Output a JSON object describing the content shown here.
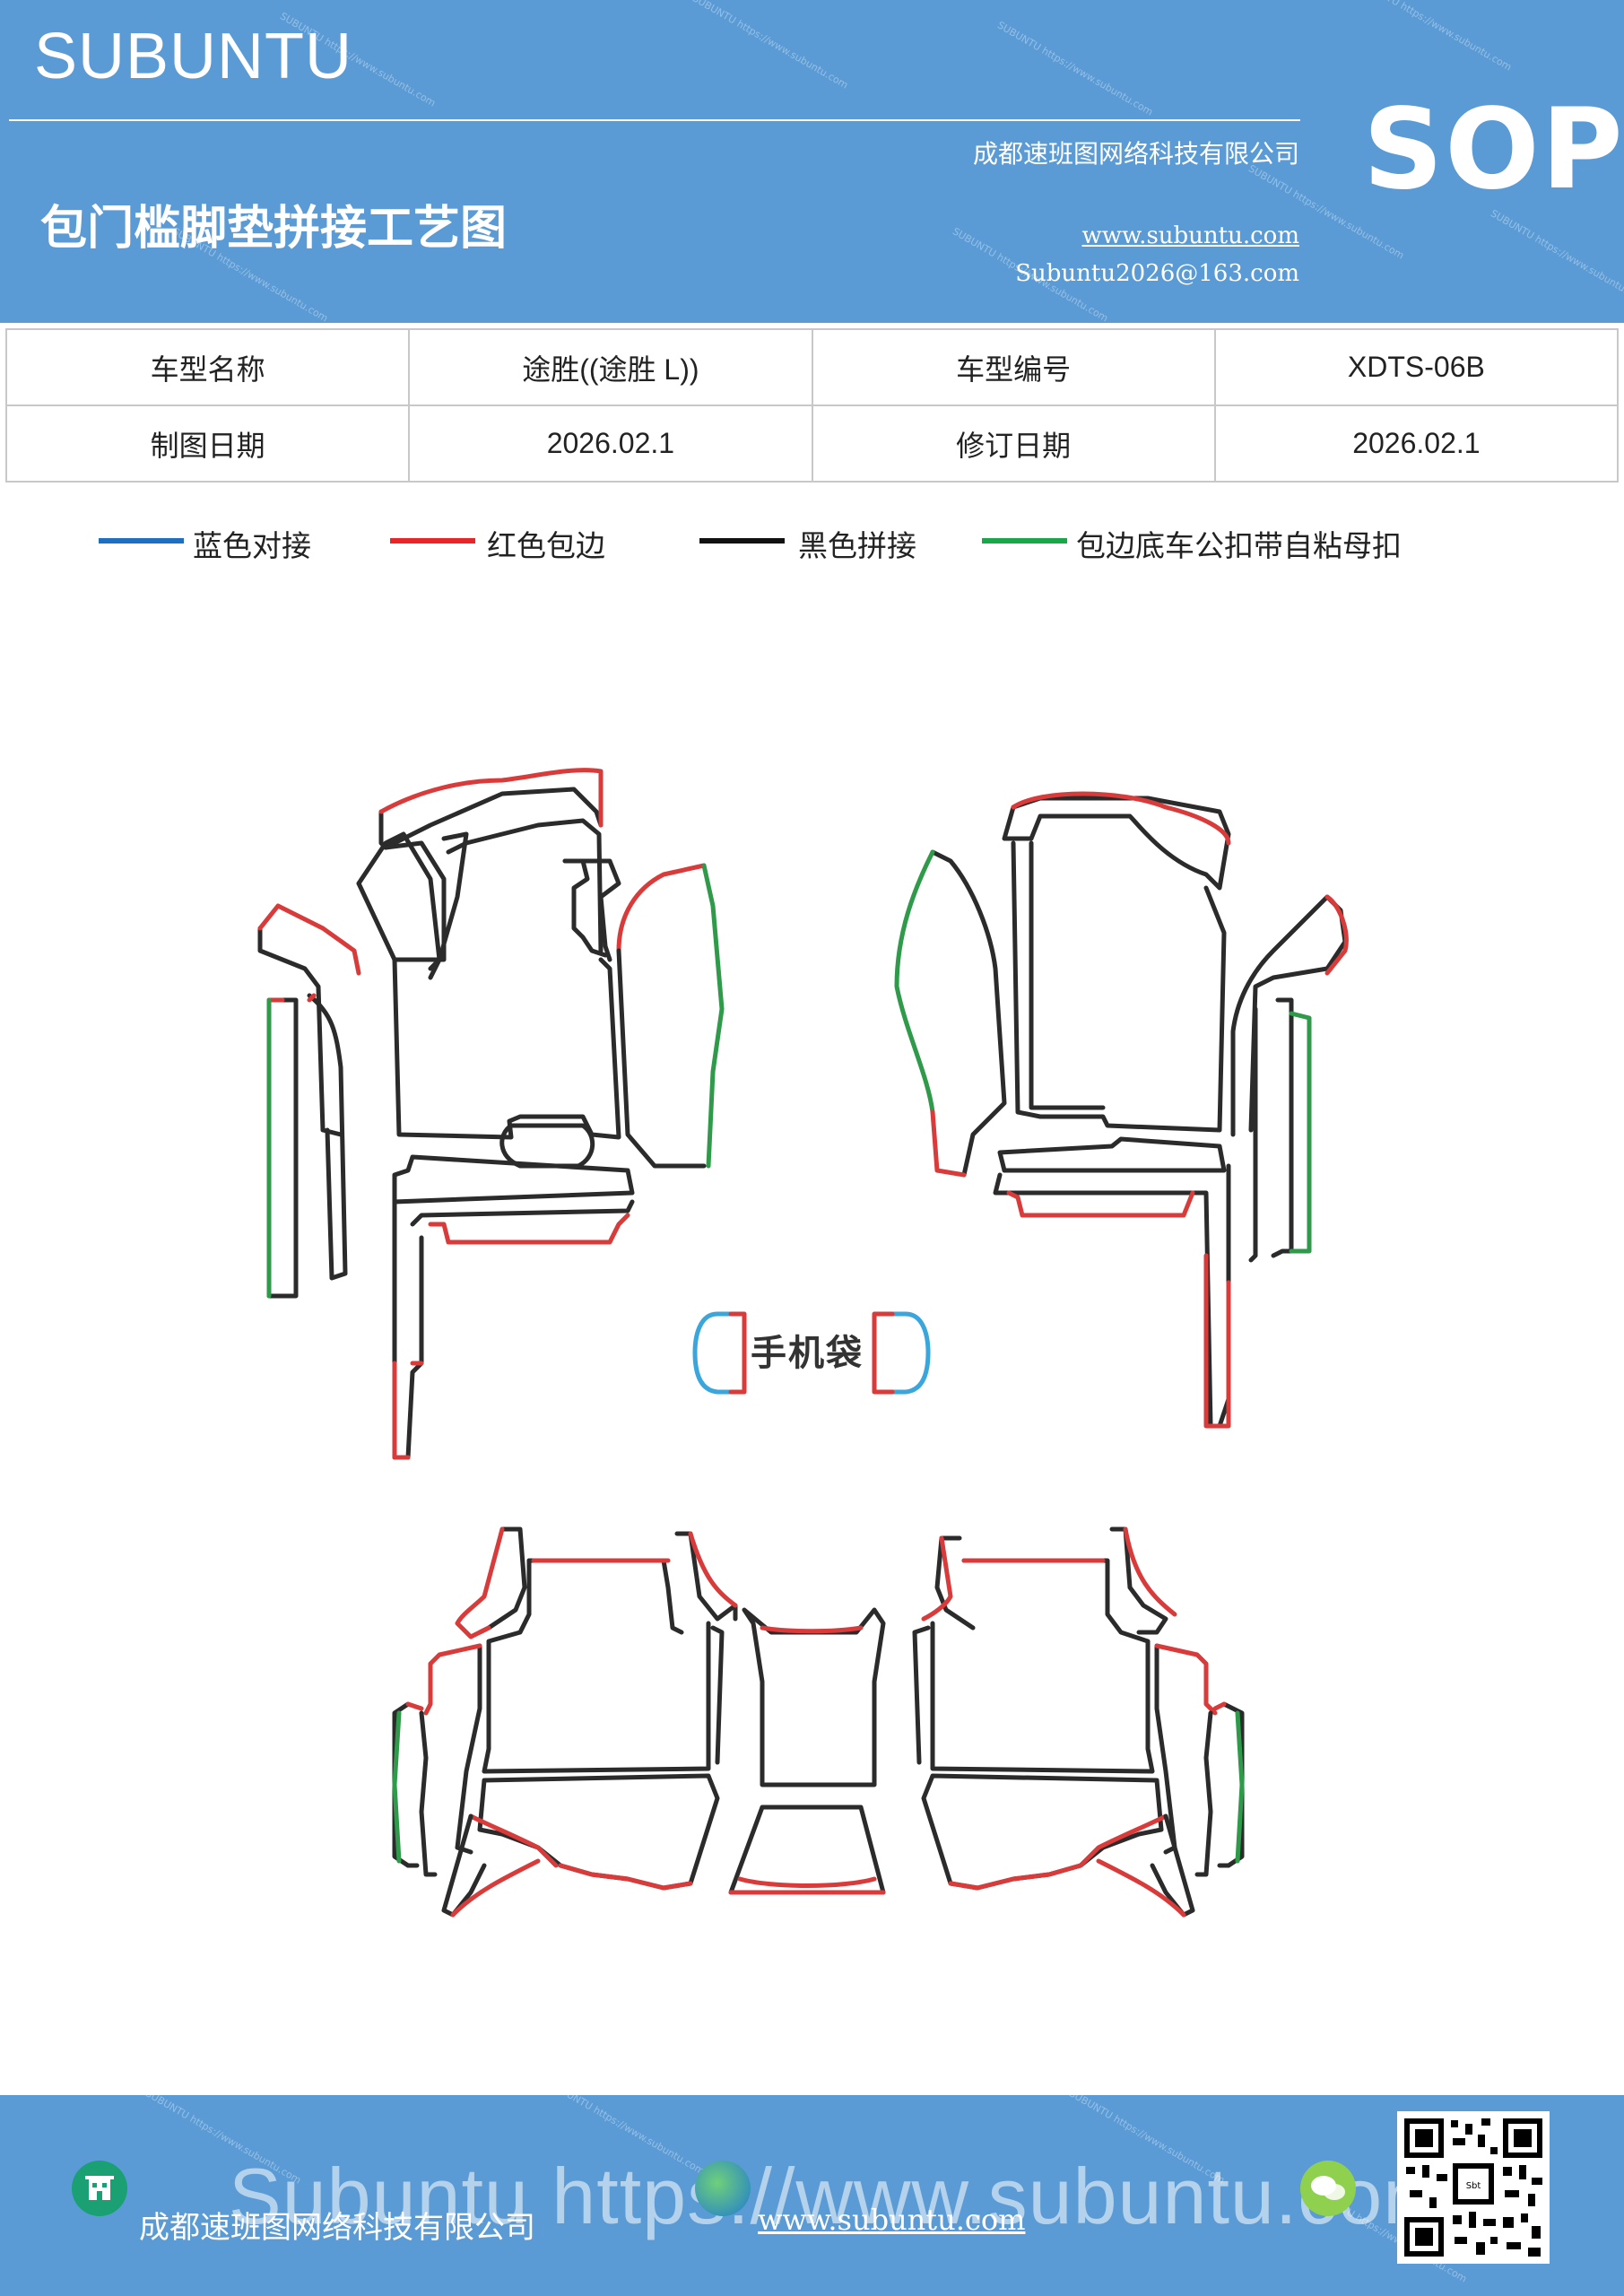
{
  "header": {
    "brand": "SUBUNTU",
    "badge": "SOP",
    "company": "成都速班图网络科技有限公司",
    "title": "包门槛脚垫拼接工艺图",
    "website": "www.subuntu.com",
    "email": "Subuntu2026@163.com",
    "watermark": "SUBUNTU https://www.subuntu.com"
  },
  "info_table": {
    "row1": {
      "label1": "车型名称",
      "value1": "途胜((途胜 L))",
      "label2": "车型编号",
      "value2": "XDTS-06B"
    },
    "row2": {
      "label1": "制图日期",
      "value1": "2026.02.1",
      "label2": "修订日期",
      "value2": "2026.02.1"
    }
  },
  "legend": [
    {
      "label": "蓝色对接",
      "color": "#1f6fc0"
    },
    {
      "label": "红色包边",
      "color": "#e8262a"
    },
    {
      "label": "黑色拼接",
      "color": "#111111"
    },
    {
      "label": "包边底车公扣带自粘母扣",
      "color": "#1aa64a"
    }
  ],
  "diagram": {
    "phone_pocket_label": "手机袋",
    "colors": {
      "black": "#2b2b2b",
      "red": "#d93a3a",
      "green": "#2e9a4a",
      "blue": "#3aa6dc"
    }
  },
  "footer": {
    "company": "成都速班图网络科技有限公司",
    "website": "www.subuntu.com",
    "overlay_text": "Subuntu https://www.subuntu.com",
    "qr_icon": "qr-code-icon"
  }
}
